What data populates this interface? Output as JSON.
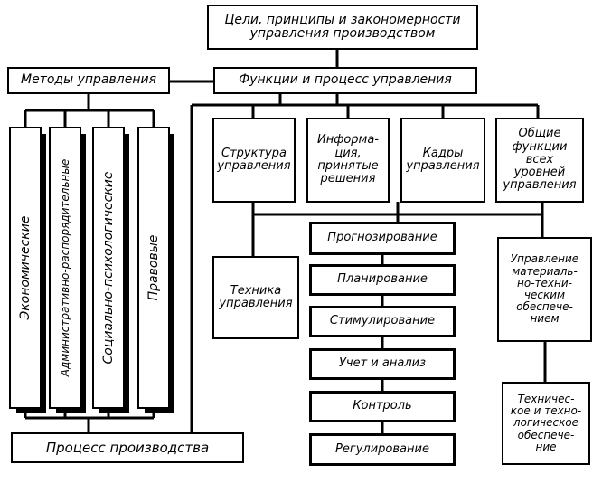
{
  "top": {
    "goals": [
      "Цели, принципы и закономерности",
      "управления производством"
    ],
    "methods": "Методы управления",
    "functions": "Функции и процесс управления"
  },
  "methods_list": [
    "Экономические",
    "Административно-распорядительные",
    "Социально-психологические",
    "Правовые"
  ],
  "row2": {
    "structure": [
      "Структура",
      "управления"
    ],
    "info": [
      "Информа-",
      "ция,",
      "принятые",
      "решения"
    ],
    "personnel": [
      "Кадры",
      "управления"
    ],
    "general": [
      "Общие",
      "функции",
      "всех",
      "уровней",
      "управления"
    ]
  },
  "technique": [
    "Техника",
    "управления"
  ],
  "process_steps": [
    "Прогнозирование",
    "Планирование",
    "Стимулирование",
    "Учет и анализ",
    "Контроль",
    "Регулирование"
  ],
  "right_boxes": {
    "material": [
      "Управление",
      "материаль-",
      "но-техни-",
      "ческим",
      "обеспече-",
      "нием"
    ],
    "tech": [
      "Техничес-",
      "кое и техно-",
      "логическое",
      "обеспече-",
      "ние"
    ]
  },
  "production": "Процесс производства"
}
